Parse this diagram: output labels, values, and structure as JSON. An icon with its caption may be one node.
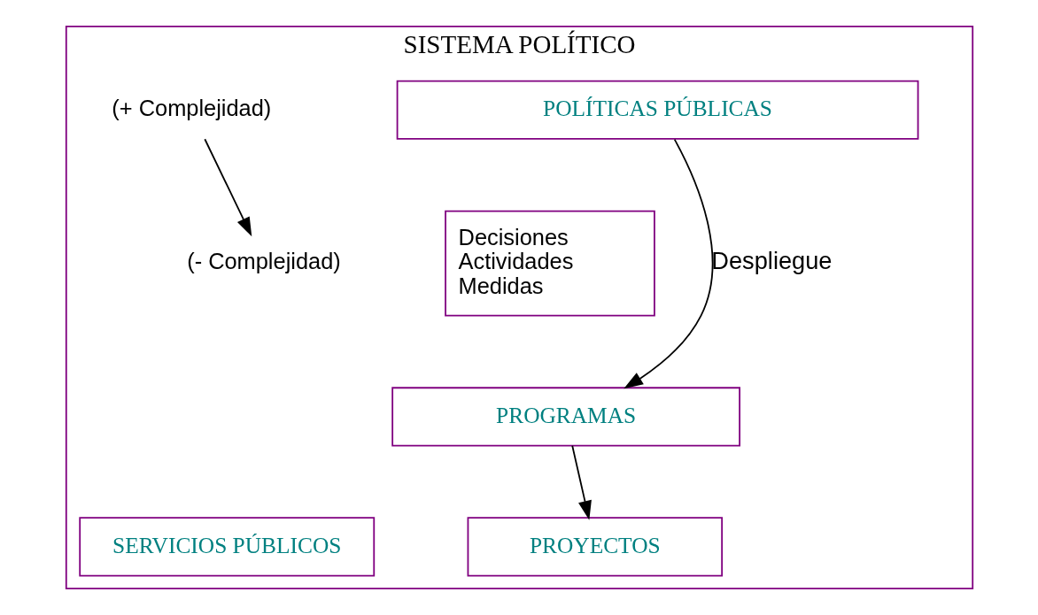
{
  "diagram": {
    "nodes": [
      {
        "text": [
          "SISTEMA POLÍTICO"
        ]
      },
      {
        "text": [
          "POLÍTICAS PÚBLICAS"
        ],
        "in": 0
      },
      {
        "text": [
          "Decisiones Actividades Medidas"
        ],
        "in": 0
      },
      {
        "text": [
          "PROGRAMAS"
        ],
        "in": 0
      },
      {
        "text": [
          "PROYECTOS"
        ],
        "in": 0
      },
      {
        "text": [
          "SERVICIOS PÚBLICOS"
        ],
        "in": 0
      },
      {
        "text": [
          "(+ Complejidad)"
        ],
        "in": 0
      },
      {
        "text": [
          "(- Complejidad)"
        ],
        "in": 0
      }
    ],
    "edges": [
      {
        "from": 1,
        "to": 3,
        "arrow": "to",
        "label": "Despliegue"
      },
      {
        "from": 3,
        "to": 4,
        "arrow": "to"
      },
      {
        "from": 6,
        "to": 7,
        "arrow": "to"
      }
    ]
  }
}
